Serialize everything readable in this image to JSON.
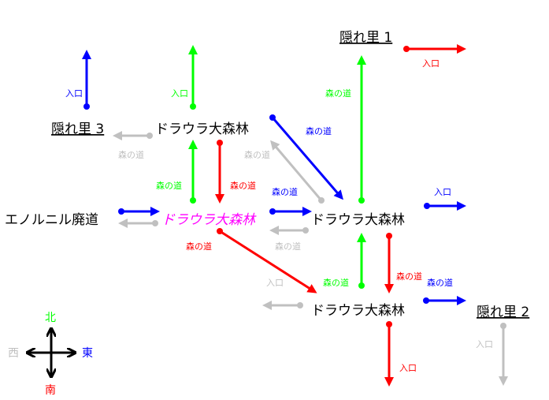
{
  "colors": {
    "north": "#00ff00",
    "south": "#ff0000",
    "east": "#0000ff",
    "west": "#c0c0c0",
    "current": "#ff00ff"
  },
  "nodes": {
    "hidden1": "隠れ里 1",
    "hidden2": "隠れ里 2",
    "hidden3": "隠れ里 3",
    "forest_top": "ドラウラ大森林",
    "forest_current": "ドラウラ大森林",
    "forest_center": "ドラウラ大森林",
    "forest_bottom": "ドラウラ大森林",
    "enoruniru": "エノルニル廃道"
  },
  "labels": {
    "entrance": "入口",
    "forest_path": "森の道"
  },
  "compass": {
    "north": "北",
    "south": "南",
    "east": "東",
    "west": "西"
  }
}
